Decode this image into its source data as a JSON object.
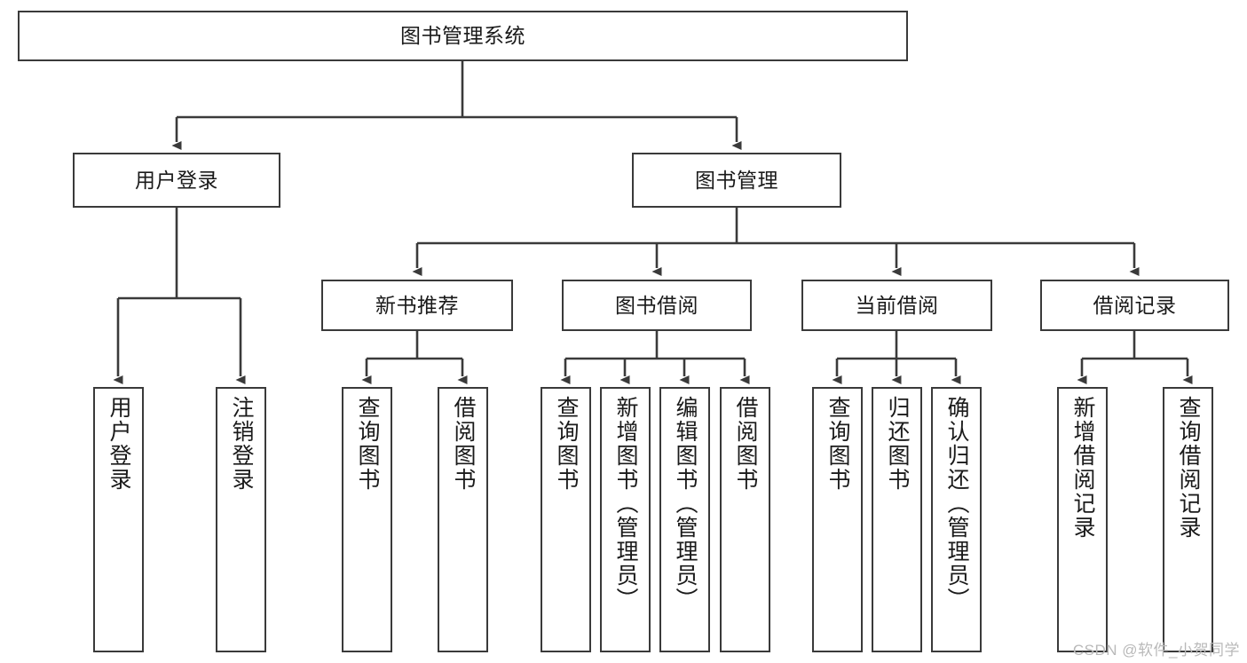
{
  "diagram": {
    "type": "tree",
    "title": "图书管理系统",
    "root": {
      "label": "图书管理系统"
    },
    "level2": [
      {
        "label": "用户登录"
      },
      {
        "label": "图书管理"
      }
    ],
    "level3": [
      {
        "label": "新书推荐"
      },
      {
        "label": "图书借阅"
      },
      {
        "label": "当前借阅"
      },
      {
        "label": "借阅记录"
      }
    ],
    "leaves": {
      "user_login": [
        {
          "label": "用户登录"
        },
        {
          "label": "注销登录"
        }
      ],
      "new_book_recommend": [
        {
          "label": "查询图书"
        },
        {
          "label": "借阅图书"
        }
      ],
      "book_borrow": [
        {
          "label": "查询图书"
        },
        {
          "label": "新增图书（管理员）"
        },
        {
          "label": "编辑图书（管理员）"
        },
        {
          "label": "借阅图书"
        }
      ],
      "current_borrow": [
        {
          "label": "查询图书"
        },
        {
          "label": "归还图书"
        },
        {
          "label": "确认归还（管理员）"
        }
      ],
      "borrow_record": [
        {
          "label": "新增借阅记录"
        },
        {
          "label": "查询借阅记录"
        }
      ]
    }
  },
  "watermark": {
    "text": "CSDN @软件_小贺同学"
  },
  "colors": {
    "border": "#3a3a3a",
    "line": "#3a3a3a",
    "text": "#1a1a1a",
    "background": "#ffffff",
    "watermark": "#b9b9b9"
  }
}
